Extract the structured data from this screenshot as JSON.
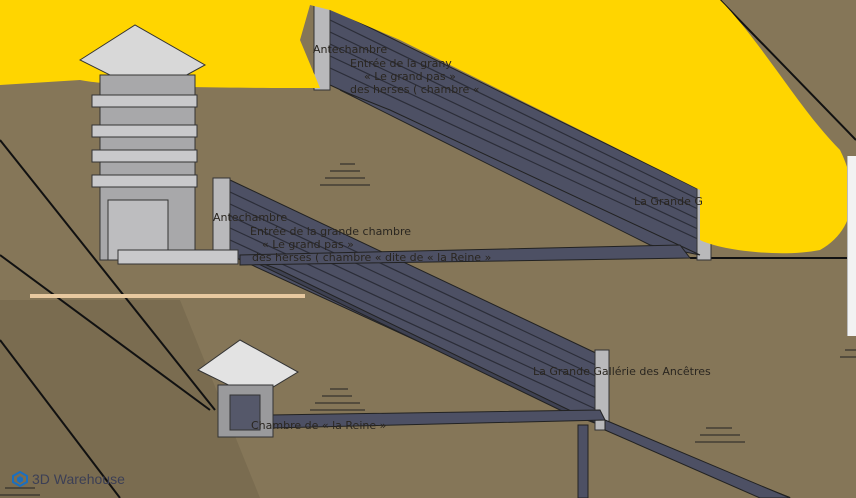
{
  "viewer": {
    "brand_label": "3D Warehouse",
    "brand_icon": "3d-warehouse-logo-icon",
    "colors": {
      "ground": "#857658",
      "highlight": "#FFD500",
      "ramp": "#4d5064",
      "stone": "#b9b9bb",
      "brand": "#1a6fc0"
    }
  },
  "labels": {
    "upper": {
      "antechambre": "Antechambre",
      "entree": "Entrée de la grany",
      "grand_pas": "« Le grand pas »",
      "herses": "des herses ( chambre «",
      "galerie": "La Grande G"
    },
    "lower": {
      "antechambre": "Antechambre",
      "entree": "Entrée de la grande chambre",
      "grand_pas": "« Le grand pas »",
      "herses": "des herses ( chambre « dite de « la Reine »",
      "galerie": "La Grande Gallérie des Ancêtres",
      "chambre_reine": "Chambre de « la Reine »"
    }
  }
}
